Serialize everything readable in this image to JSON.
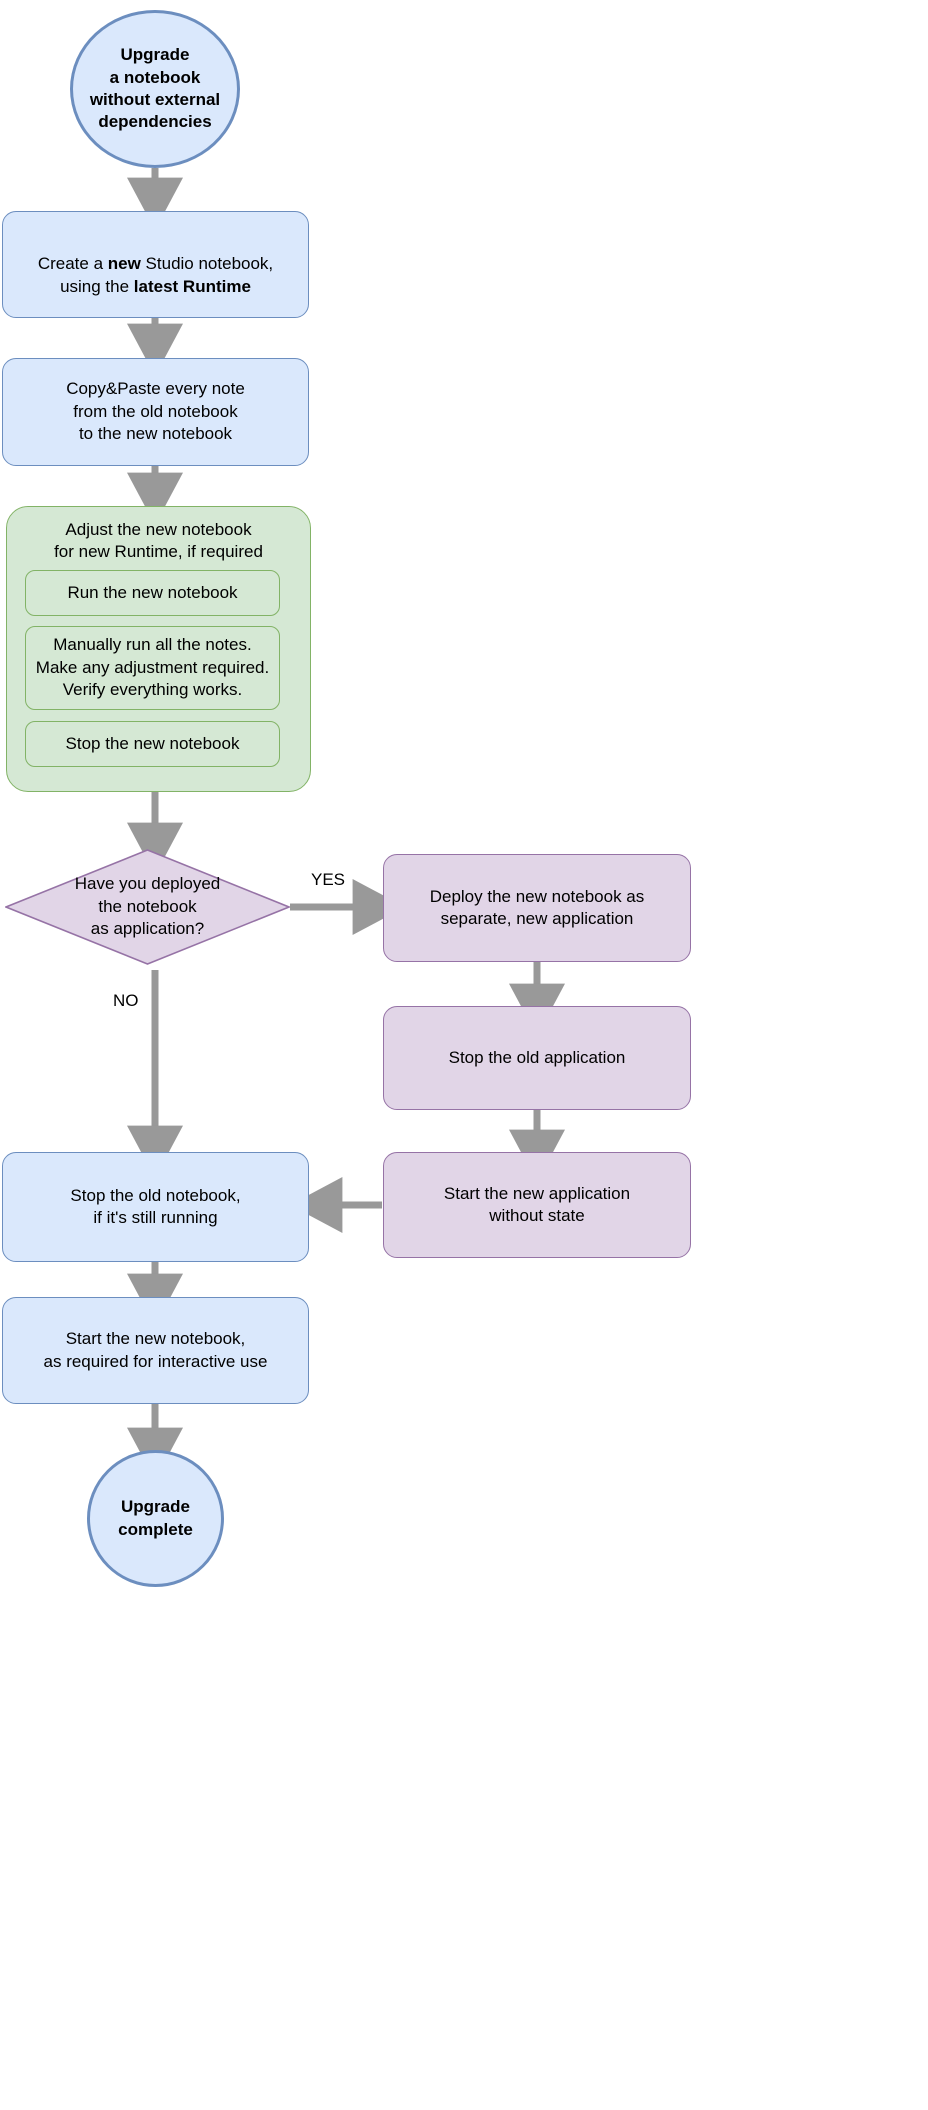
{
  "diagram": {
    "title": "Upgrade a notebook without external dependencies flowchart",
    "colors": {
      "blue_fill": "#dae8fc",
      "blue_stroke": "#6c8ebf",
      "green_fill": "#d5e8d4",
      "green_stroke": "#82b366",
      "purple_fill": "#e1d5e7",
      "purple_stroke": "#9673a6",
      "edge": "#999999",
      "text": "#000000"
    },
    "nodes": {
      "start": {
        "label": "Upgrade\na notebook\nwithout external\ndependencies",
        "shape": "circle",
        "color": "blue"
      },
      "create_notebook": {
        "label_parts": [
          {
            "text": "Create a ",
            "bold": false
          },
          {
            "text": "new",
            "bold": true
          },
          {
            "text": " Studio notebook,\nusing the ",
            "bold": false
          },
          {
            "text": "latest Runtime",
            "bold": true
          }
        ],
        "label_plain": "Create a new Studio notebook, using the latest Runtime",
        "shape": "rounded-rect",
        "color": "blue"
      },
      "copy_paste": {
        "label": "Copy&Paste every note\nfrom the old notebook\nto the new notebook",
        "shape": "rounded-rect",
        "color": "blue"
      },
      "adjust_group": {
        "label": "Adjust the new notebook\nfor new Runtime, if required",
        "shape": "group",
        "color": "green"
      },
      "run_new_notebook": {
        "label": "Run the new notebook",
        "shape": "rounded-rect",
        "color": "green"
      },
      "manually_run": {
        "label": "Manually run all the notes.\nMake any adjustment required.\nVerify everything works.",
        "shape": "rounded-rect",
        "color": "green"
      },
      "stop_new_notebook": {
        "label": "Stop the new notebook",
        "shape": "rounded-rect",
        "color": "green"
      },
      "decision_deployed": {
        "label": "Have you deployed\nthe notebook\nas application?",
        "shape": "diamond",
        "color": "purple"
      },
      "deploy_new_app": {
        "label": "Deploy the new notebook as\nseparate, new application",
        "shape": "rounded-rect",
        "color": "purple"
      },
      "stop_old_app": {
        "label": "Stop the old application",
        "shape": "rounded-rect",
        "color": "purple"
      },
      "start_new_app": {
        "label": "Start the new application\nwithout state",
        "shape": "rounded-rect",
        "color": "purple"
      },
      "stop_old_notebook": {
        "label": "Stop the old notebook,\nif it's still running",
        "shape": "rounded-rect",
        "color": "blue"
      },
      "start_new_notebook": {
        "label": "Start the new notebook,\nas required for interactive use",
        "shape": "rounded-rect",
        "color": "blue"
      },
      "end": {
        "label": "Upgrade\ncomplete",
        "shape": "circle",
        "color": "blue"
      }
    },
    "edge_labels": {
      "yes": "YES",
      "no": "NO"
    }
  }
}
